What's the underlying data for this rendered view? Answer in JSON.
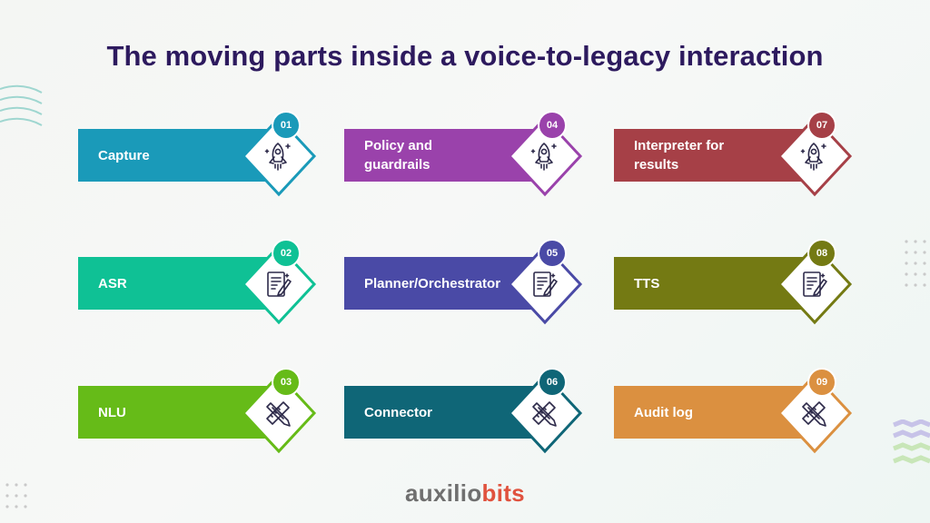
{
  "title": "The moving parts inside a voice-to-legacy interaction",
  "logo": {
    "part1": "auxilio",
    "part2": "bits"
  },
  "steps": [
    {
      "number": "01",
      "label": "Capture",
      "color": "#1a9ab9",
      "icon": "rocket-icon"
    },
    {
      "number": "02",
      "label": "ASR",
      "color": "#0fc195",
      "icon": "document-edit-icon"
    },
    {
      "number": "03",
      "label": "NLU",
      "color": "#66bb18",
      "icon": "ruler-pencil-icon"
    },
    {
      "number": "04",
      "label": "Policy and guardrails",
      "color": "#9a42ab",
      "icon": "rocket-icon"
    },
    {
      "number": "05",
      "label": "Planner/Orchestrator",
      "color": "#4a4aa6",
      "icon": "document-edit-icon"
    },
    {
      "number": "06",
      "label": "Connector",
      "color": "#0f6677",
      "icon": "ruler-pencil-icon"
    },
    {
      "number": "07",
      "label": "Interpreter for results",
      "color": "#a64047",
      "icon": "rocket-icon"
    },
    {
      "number": "08",
      "label": "TTS",
      "color": "#747a13",
      "icon": "document-edit-icon"
    },
    {
      "number": "09",
      "label": "Audit log",
      "color": "#db9040",
      "icon": "ruler-pencil-icon"
    }
  ]
}
